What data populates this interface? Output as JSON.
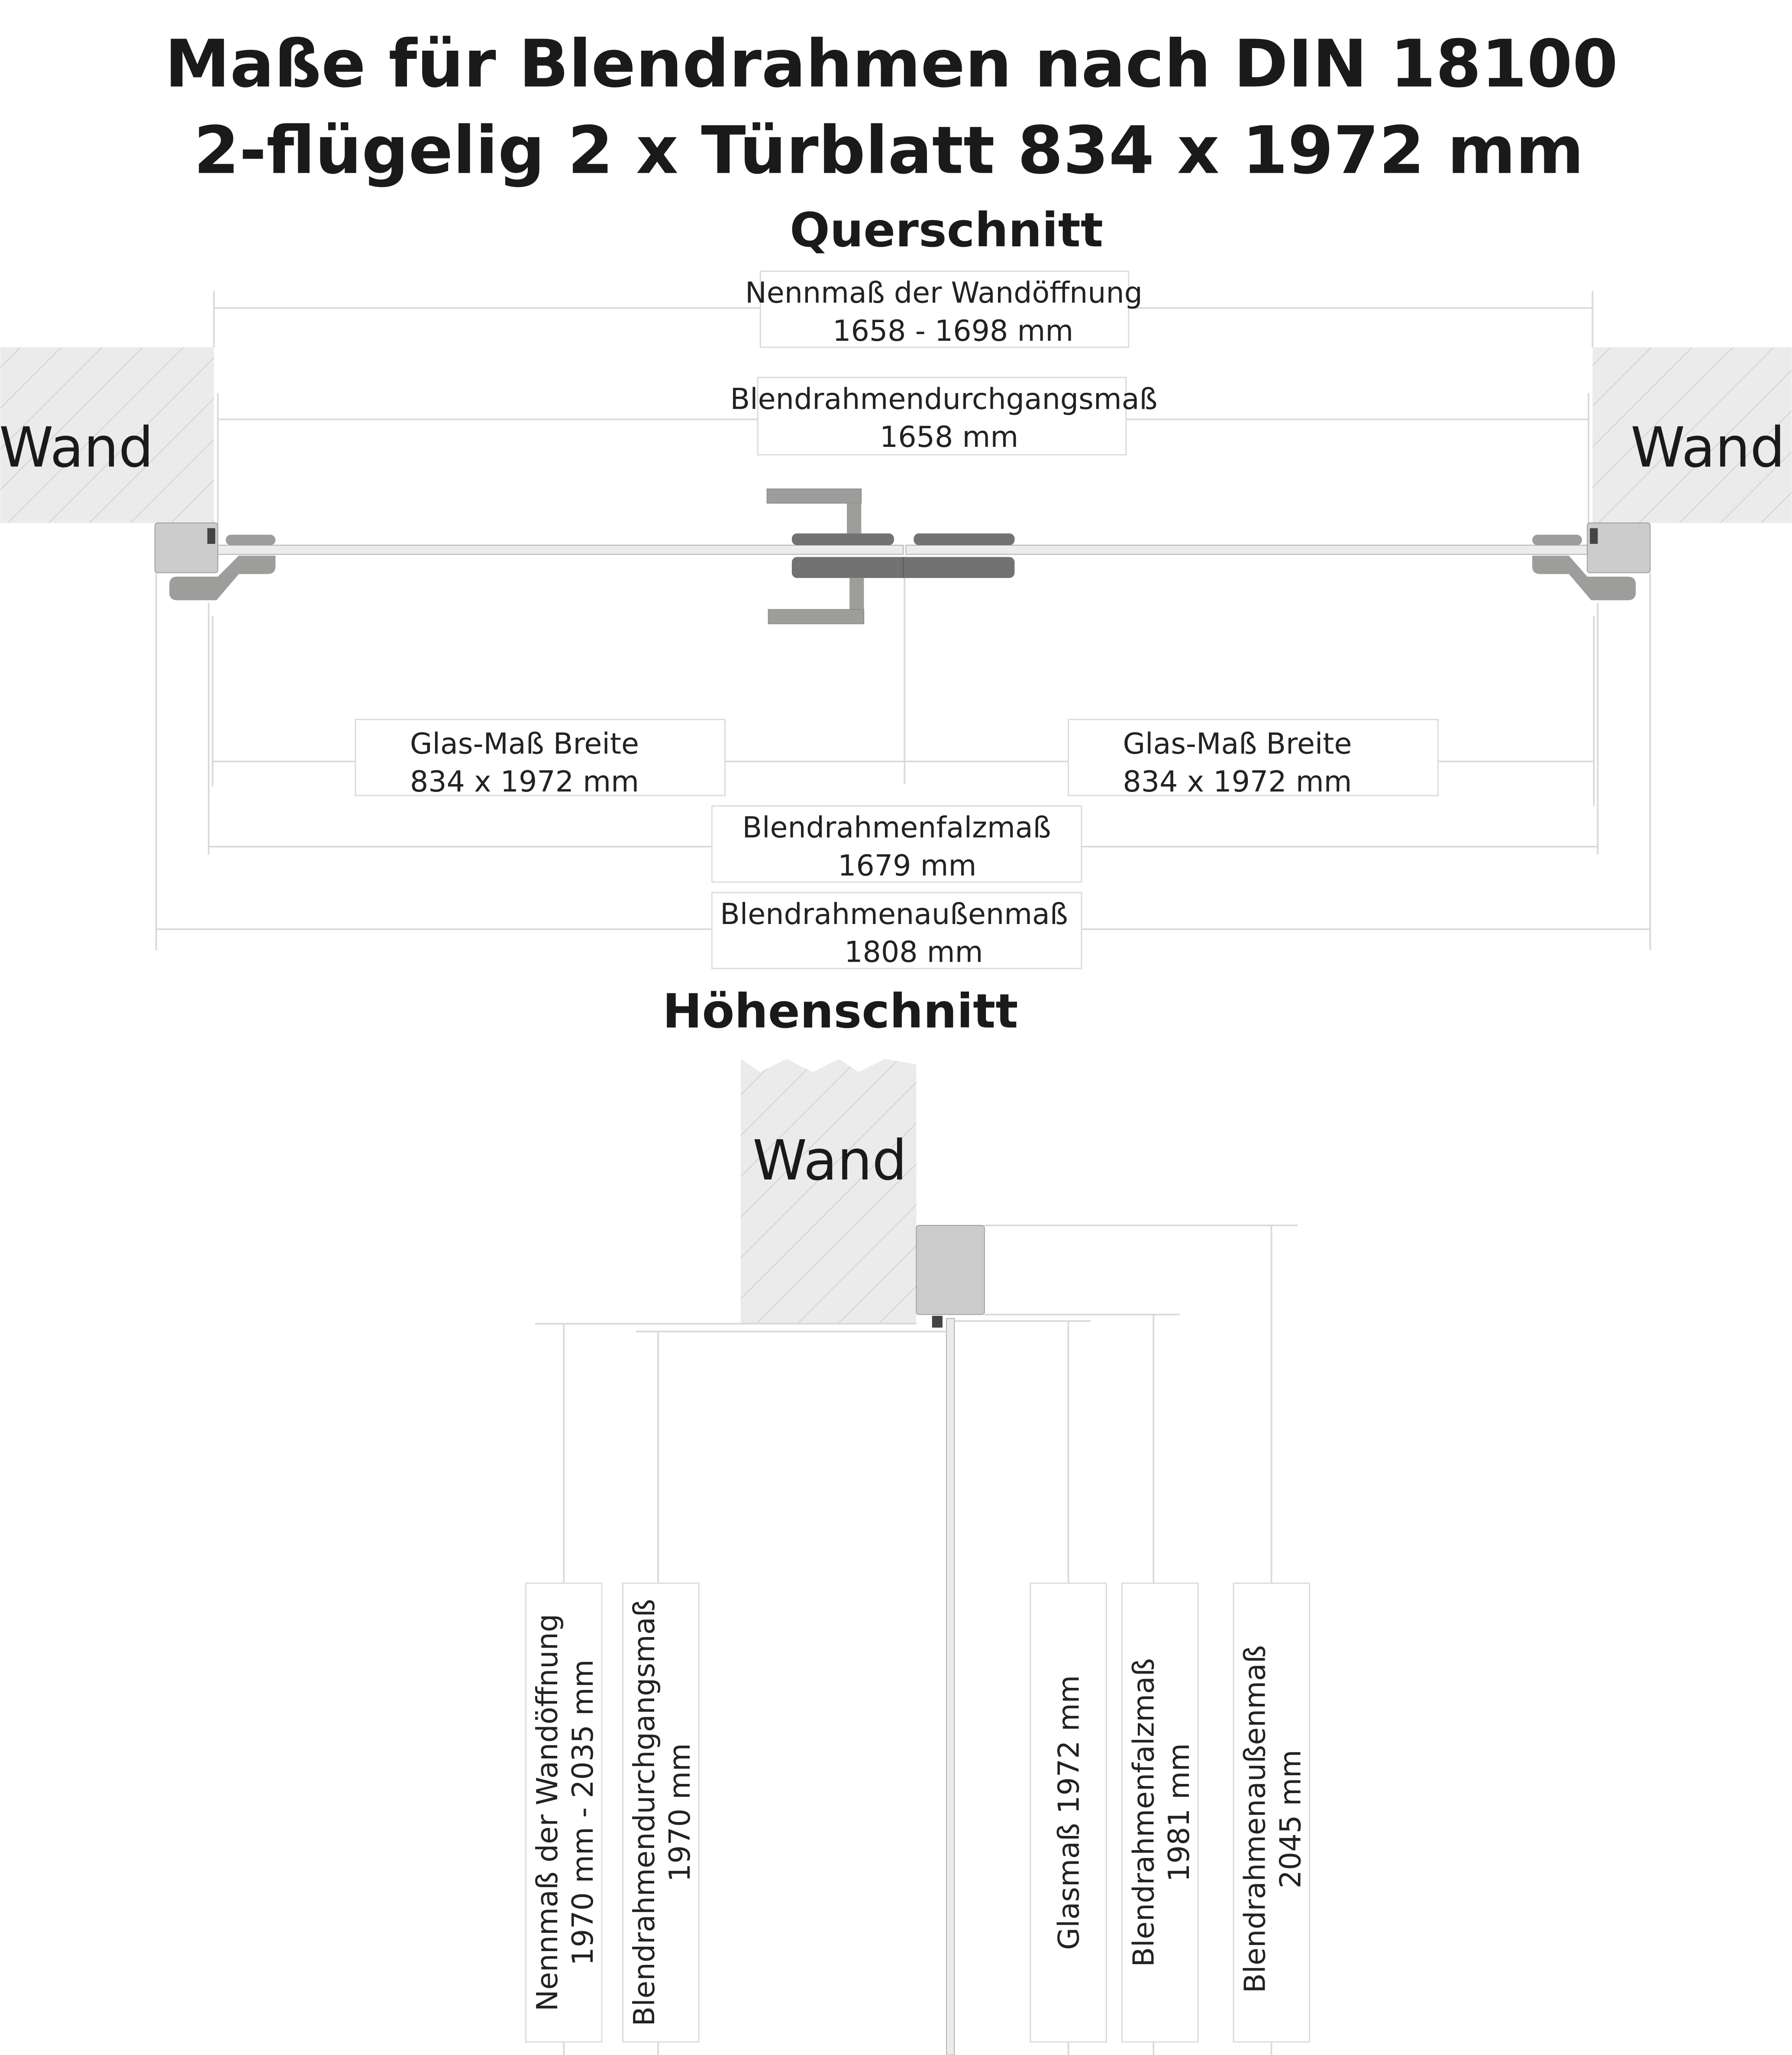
{
  "title": {
    "line1": "Maße für Blendrahmen nach DIN 18100",
    "line2": "2-flügelig 2 x Türblatt 834 x 1972 mm"
  },
  "querschnitt": {
    "heading": "Querschnitt",
    "wall_left": "Wand",
    "wall_right": "Wand",
    "nennmass": {
      "label": "Nennmaß der Wandöffnung",
      "value": "1658 - 1698 mm"
    },
    "durchgang": {
      "label": "Blendrahmendurchgangsmaß",
      "value": "1658 mm"
    },
    "glas_left": {
      "label": "Glas-Maß Breite",
      "value": "834 x 1972 mm"
    },
    "glas_right": {
      "label": "Glas-Maß Breite",
      "value": "834 x 1972 mm"
    },
    "falz": {
      "label": "Blendrahmenfalzmaß",
      "value": "1679  mm"
    },
    "aussen": {
      "label": "Blendrahmenaußenmaß",
      "value": "1808  mm"
    }
  },
  "hoehenschnitt": {
    "heading": "Höhenschnitt",
    "wall": "Wand",
    "nennmass": {
      "label": "Nennmaß der Wandöffnung",
      "value": "1970  mm - 2035 mm"
    },
    "durchgang": {
      "label": "Blendrahmendurchgangsmaß",
      "value": "1970 mm"
    },
    "glas": {
      "label": "Glasmaß 1972 mm"
    },
    "falz": {
      "label": "Blendrahmenfalzmaß",
      "value": "1981 mm"
    },
    "aussen": {
      "label": "Blendrahmenaußenmaß",
      "value": "2045 mm"
    }
  },
  "colors": {
    "frame": "#cccccc",
    "sash": "#9d9d9b",
    "handle_plate": "#727272",
    "glass": "#ececec",
    "wall": "#ebebeb"
  }
}
